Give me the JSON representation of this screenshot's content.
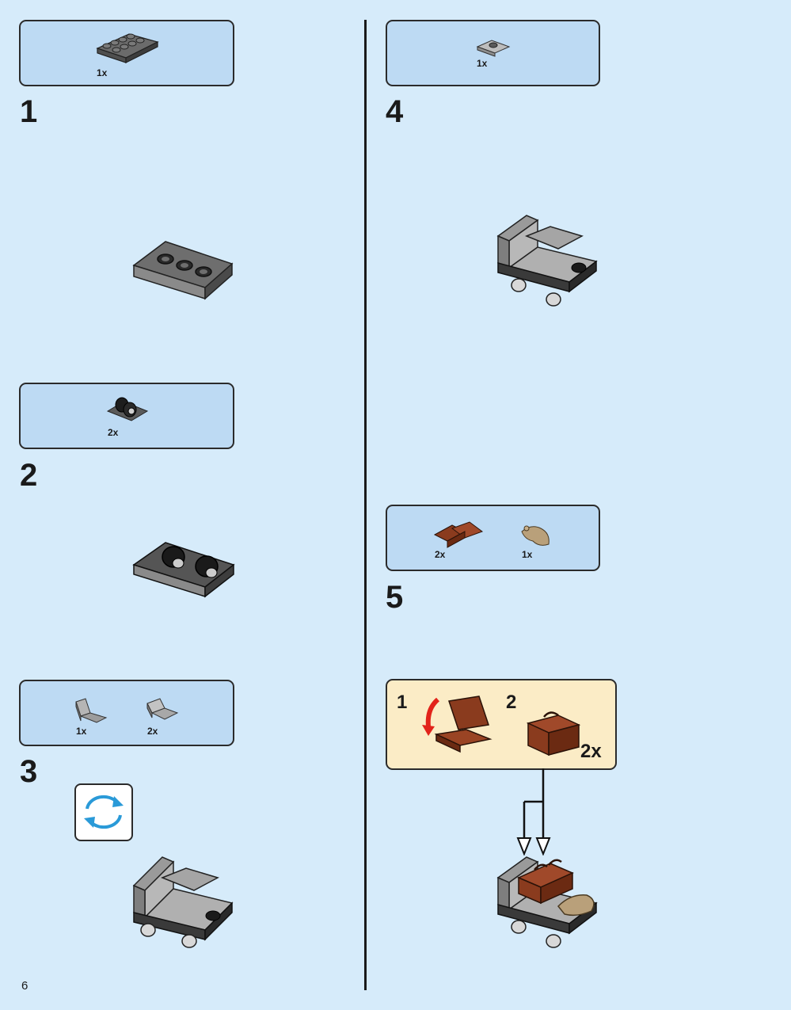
{
  "page": {
    "number": "6"
  },
  "steps": [
    {
      "number": "1",
      "parts": [
        {
          "qty": "1x",
          "icon": "dark-gray-plate-2x4-icon"
        }
      ],
      "result_icon": "plate-with-holes-icon"
    },
    {
      "number": "2",
      "parts": [
        {
          "qty": "2x",
          "icon": "wheel-holder-icon"
        }
      ],
      "result_icon": "wheel-base-assembly-icon"
    },
    {
      "number": "3",
      "parts": [
        {
          "qty": "1x",
          "icon": "bracket-wall-icon"
        },
        {
          "qty": "2x",
          "icon": "angle-plate-icon"
        }
      ],
      "extra_icon": "rotate-model-icon",
      "result_icon": "cart-body-assembly-icon"
    },
    {
      "number": "4",
      "parts": [
        {
          "qty": "1x",
          "icon": "jumper-plate-icon"
        }
      ],
      "result_icon": "cart-with-stud-icon"
    },
    {
      "number": "5",
      "parts": [
        {
          "qty": "2x",
          "icon": "suitcase-icon"
        },
        {
          "qty": "1x",
          "icon": "rat-figure-icon"
        }
      ],
      "substeps": [
        {
          "number": "1"
        },
        {
          "number": "2",
          "qty": "2x"
        }
      ],
      "result_icon": "cart-with-luggage-icon"
    }
  ],
  "colors": {
    "background": "#d6ebfa",
    "parts_box": "#bddaf3",
    "substep_box": "#fbecc6",
    "rotate_arrow": "#2a9ad8",
    "arrow_red": "#e2231a"
  }
}
